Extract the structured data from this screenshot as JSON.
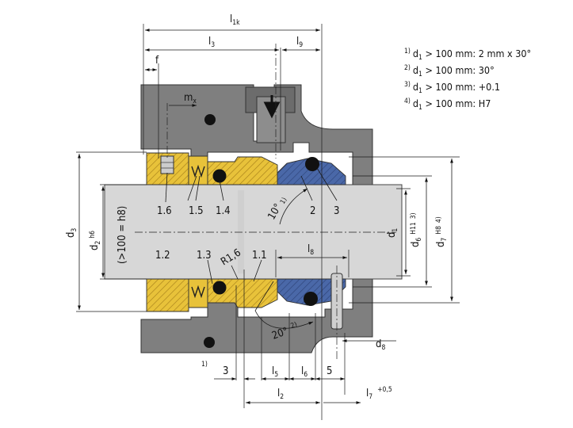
{
  "notes": [
    {
      "mark": "1)",
      "sym": "d",
      "sub": "1",
      "text": " > 100 mm: 2 mm x 30°"
    },
    {
      "mark": "2)",
      "sym": "d",
      "sub": "1",
      "text": " > 100 mm: 30°"
    },
    {
      "mark": "3)",
      "sym": "d",
      "sub": "1",
      "text": " > 100 mm: +0.1"
    },
    {
      "mark": "4)",
      "sym": "d",
      "sub": "1",
      "text": " > 100 mm: H7"
    }
  ],
  "dims": {
    "l1k": {
      "main": "l",
      "sub": "1k"
    },
    "l3": {
      "main": "l",
      "sub": "3"
    },
    "l9": {
      "main": "l",
      "sub": "9"
    },
    "f": "f",
    "mx": {
      "main": "m",
      "sub": "x"
    },
    "d3": {
      "main": "d",
      "sub": "3"
    },
    "d2": {
      "main": "d",
      "sub": "2",
      "sup": "h6"
    },
    "d2_alt": "(>100 = h8)",
    "d1": {
      "main": "d",
      "sub": "1"
    },
    "d6": {
      "main": "d",
      "sub": "6",
      "sup": "H11",
      "note": "3)"
    },
    "d7": {
      "main": "d",
      "sub": "7",
      "sup": "H8",
      "note": "4)"
    },
    "d8": {
      "main": "d",
      "sub": "8"
    },
    "l8": {
      "main": "l",
      "sub": "8"
    },
    "l5": {
      "main": "l",
      "sub": "5"
    },
    "l6": {
      "main": "l",
      "sub": "6"
    },
    "l2": {
      "main": "l",
      "sub": "2"
    },
    "l7": {
      "main": "l",
      "sub": "7",
      "tol": "+0,5"
    },
    "three": "3",
    "five": "5",
    "r16": "R1,6",
    "angle10": "10°",
    "angle10_note": "1)",
    "angle20": "20°",
    "angle20_note": "2)",
    "bottom_note": "1)"
  },
  "parts": [
    "1.6",
    "1.5",
    "1.4",
    "2",
    "3",
    "1.2",
    "1.3",
    "1.1"
  ],
  "colors": {
    "housing": "#7f7f7f",
    "shaft": "#d7d7d7",
    "yellow": "#e8c23a",
    "blue": "#4a68a8",
    "oring": "#111111"
  }
}
